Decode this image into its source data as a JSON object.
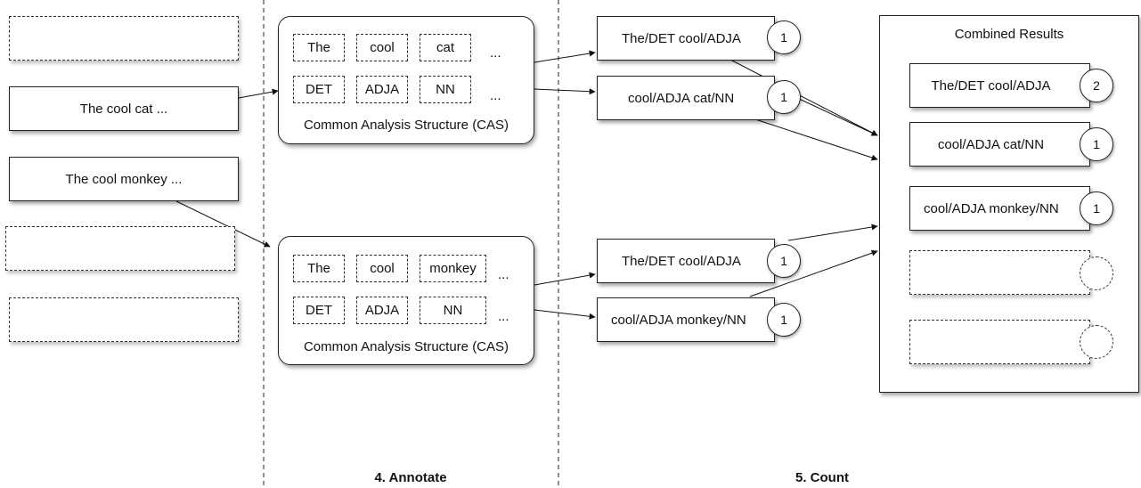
{
  "inputs": {
    "doc1": "The cool cat ...",
    "doc2": "The cool monkey ..."
  },
  "cas1": {
    "tokens": [
      "The",
      "cool",
      "cat"
    ],
    "tags": [
      "DET",
      "ADJA",
      "NN"
    ],
    "ellipsis": "...",
    "label": "Common Analysis Structure (CAS)"
  },
  "cas2": {
    "tokens": [
      "The",
      "cool",
      "monkey"
    ],
    "tags": [
      "DET",
      "ADJA",
      "NN"
    ],
    "ellipsis": "...",
    "label": "Common Analysis Structure (CAS)"
  },
  "counts": {
    "upper": [
      {
        "text": "The/DET cool/ADJA",
        "count": "1"
      },
      {
        "text": "cool/ADJA cat/NN",
        "count": "1"
      }
    ],
    "lower": [
      {
        "text": "The/DET cool/ADJA",
        "count": "1"
      },
      {
        "text": "cool/ADJA monkey/NN",
        "count": "1"
      }
    ]
  },
  "combined": {
    "title": "Combined Results",
    "items": [
      {
        "text": "The/DET cool/ADJA",
        "count": "2"
      },
      {
        "text": "cool/ADJA cat/NN",
        "count": "1"
      },
      {
        "text": "cool/ADJA monkey/NN",
        "count": "1"
      }
    ]
  },
  "stages": {
    "annotate": "4. Annotate",
    "count": "5. Count"
  }
}
